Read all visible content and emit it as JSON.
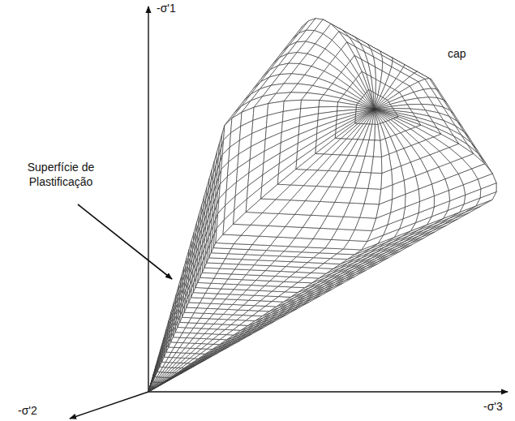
{
  "diagram": {
    "labels": [
      "-σ'1",
      "Superfície de Plastificação",
      "cap",
      "-σ'2",
      "-σ'3"
    ]
  }
}
